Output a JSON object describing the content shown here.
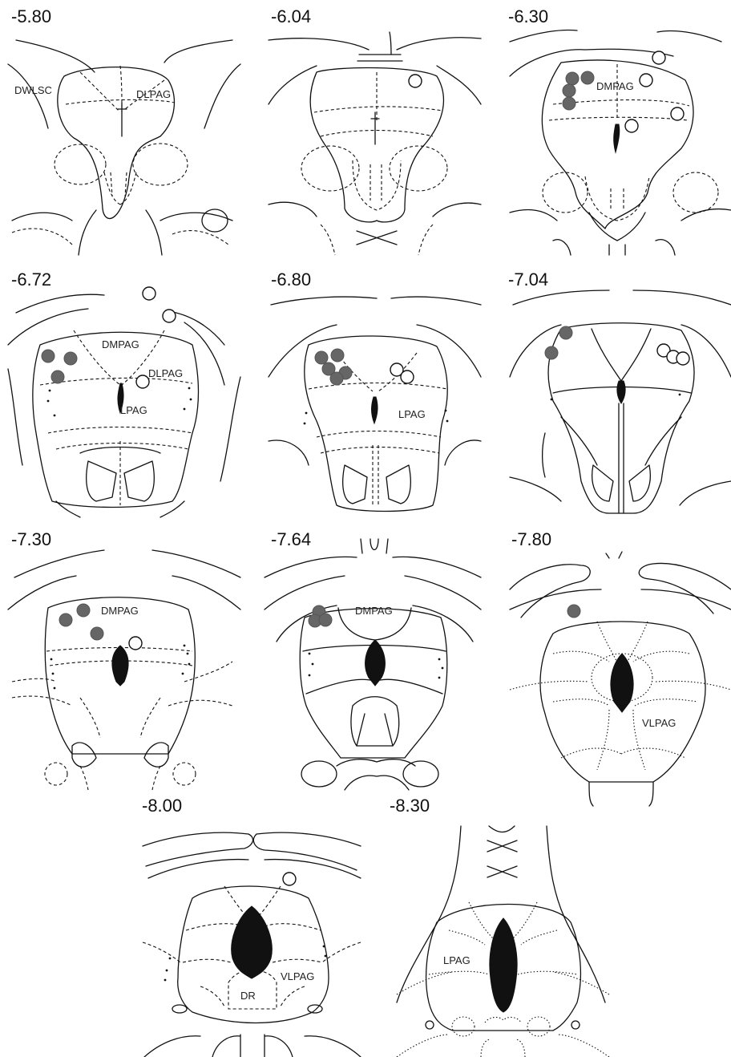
{
  "colors": {
    "filled_site": "#666666",
    "open_site": "#ffffff",
    "aqueduct": "#111111",
    "outline": "#111111"
  },
  "sections": [
    {
      "coord": "-5.80",
      "labels": [
        "DWLSC",
        "DLPAG"
      ]
    },
    {
      "coord": "-6.04",
      "labels": []
    },
    {
      "coord": "-6.30",
      "labels": [
        "DMPAG"
      ]
    },
    {
      "coord": "-6.72",
      "labels": [
        "DMPAG",
        "DLPAG",
        "LPAG"
      ]
    },
    {
      "coord": "-6.80",
      "labels": [
        "LPAG"
      ]
    },
    {
      "coord": "-7.04",
      "labels": []
    },
    {
      "coord": "-7.30",
      "labels": [
        "DMPAG"
      ]
    },
    {
      "coord": "-7.64",
      "labels": [
        "DMPAG"
      ]
    },
    {
      "coord": "-7.80",
      "labels": [
        "VLPAG"
      ]
    },
    {
      "coord": "-8.00",
      "labels": [
        "VLPAG",
        "DR"
      ]
    },
    {
      "coord": "-8.30",
      "labels": [
        "LPAG"
      ]
    }
  ]
}
